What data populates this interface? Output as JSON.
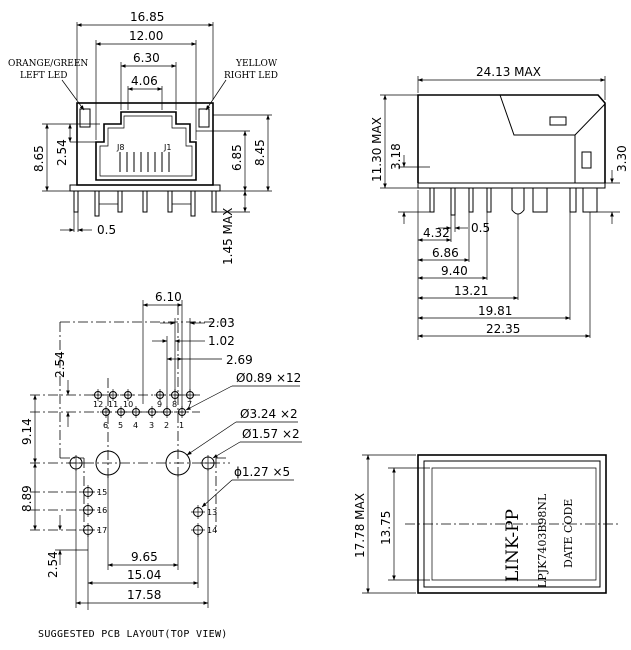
{
  "front_view": {
    "dims": {
      "overall_width": "16.85",
      "width_12": "12.00",
      "width_6_30": "6.30",
      "width_4_06": "4.06",
      "height_8_65": "8.65",
      "height_2_54": "2.54",
      "height_6_85": "6.85",
      "height_8_45": "8.45",
      "pin_0_5": "0.5",
      "max_1_45": "1.45 MAX"
    },
    "labels": {
      "orange_green": "ORANGE/GREEN",
      "left_led": "LEFT LED",
      "yellow": "YELLOW",
      "right_led": "RIGHT LED",
      "j8": "J8",
      "j1": "J1"
    }
  },
  "side_view": {
    "dims": {
      "overall_length": "24.13 MAX",
      "height_max": "11.30 MAX",
      "height_3_18": "3.18",
      "height_3_30": "3.30",
      "d_4_32": "4.32",
      "d_0_5": "0.5",
      "d_6_86": "6.86",
      "d_9_40": "9.40",
      "d_13_21": "13.21",
      "d_19_81": "19.81",
      "d_22_35": "22.35"
    }
  },
  "pcb_layout": {
    "dims": {
      "d_6_10": "6.10",
      "d_2_03": "2.03",
      "d_1_02": "1.02",
      "d_2_69": "2.69",
      "d_2_54_top": "2.54",
      "d_9_14": "9.14",
      "d_8_89": "8.89",
      "d_2_54_bottom": "2.54",
      "d_9_65": "9.65",
      "d_15_04": "15.04",
      "d_17_58": "17.58"
    },
    "hole_callouts": {
      "holes_12": "Ø0.89  ×12",
      "holes_2_big": "Ø3.24  ×2",
      "holes_2_small": "Ø1.57  ×2",
      "holes_5": "ϕ1.27  ×5"
    },
    "pin_top_row": [
      "12",
      "11",
      "10",
      "9",
      "8",
      "7"
    ],
    "pin_bottom_row": [
      "6",
      "5",
      "4",
      "3",
      "2",
      "1"
    ],
    "pin_left_col": [
      "15",
      "16",
      "17"
    ],
    "pin_right_col": [
      "13",
      "14"
    ],
    "caption": "SUGGESTED PCB LAYOUT(TOP VIEW)"
  },
  "top_view": {
    "dims": {
      "width_max": "17.78 MAX",
      "inner": "13.75"
    },
    "marking": {
      "brand": "LINK-PP",
      "part": "LPJK7403B98NL",
      "date": "DATE CODE"
    }
  }
}
